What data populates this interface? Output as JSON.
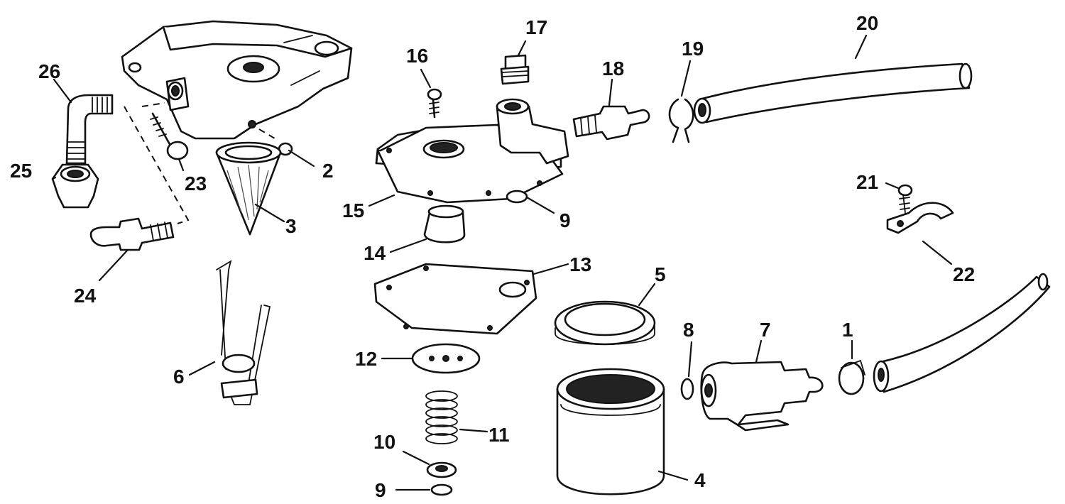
{
  "diagram": {
    "callouts": [
      {
        "id": "p1",
        "label": "1"
      },
      {
        "id": "p2",
        "label": "2"
      },
      {
        "id": "p3",
        "label": "3"
      },
      {
        "id": "p4",
        "label": "4"
      },
      {
        "id": "p5",
        "label": "5"
      },
      {
        "id": "p6",
        "label": "6"
      },
      {
        "id": "p7",
        "label": "7"
      },
      {
        "id": "p8",
        "label": "8"
      },
      {
        "id": "p9a",
        "label": "9"
      },
      {
        "id": "p9b",
        "label": "9"
      },
      {
        "id": "p10",
        "label": "10"
      },
      {
        "id": "p11",
        "label": "11"
      },
      {
        "id": "p12",
        "label": "12"
      },
      {
        "id": "p13",
        "label": "13"
      },
      {
        "id": "p14",
        "label": "14"
      },
      {
        "id": "p15",
        "label": "15"
      },
      {
        "id": "p16",
        "label": "16"
      },
      {
        "id": "p17",
        "label": "17"
      },
      {
        "id": "p18",
        "label": "18"
      },
      {
        "id": "p19",
        "label": "19"
      },
      {
        "id": "p20",
        "label": "20"
      },
      {
        "id": "p21",
        "label": "21"
      },
      {
        "id": "p22",
        "label": "22"
      },
      {
        "id": "p23",
        "label": "23"
      },
      {
        "id": "p24",
        "label": "24"
      },
      {
        "id": "p25",
        "label": "25"
      },
      {
        "id": "p26",
        "label": "26"
      }
    ]
  }
}
